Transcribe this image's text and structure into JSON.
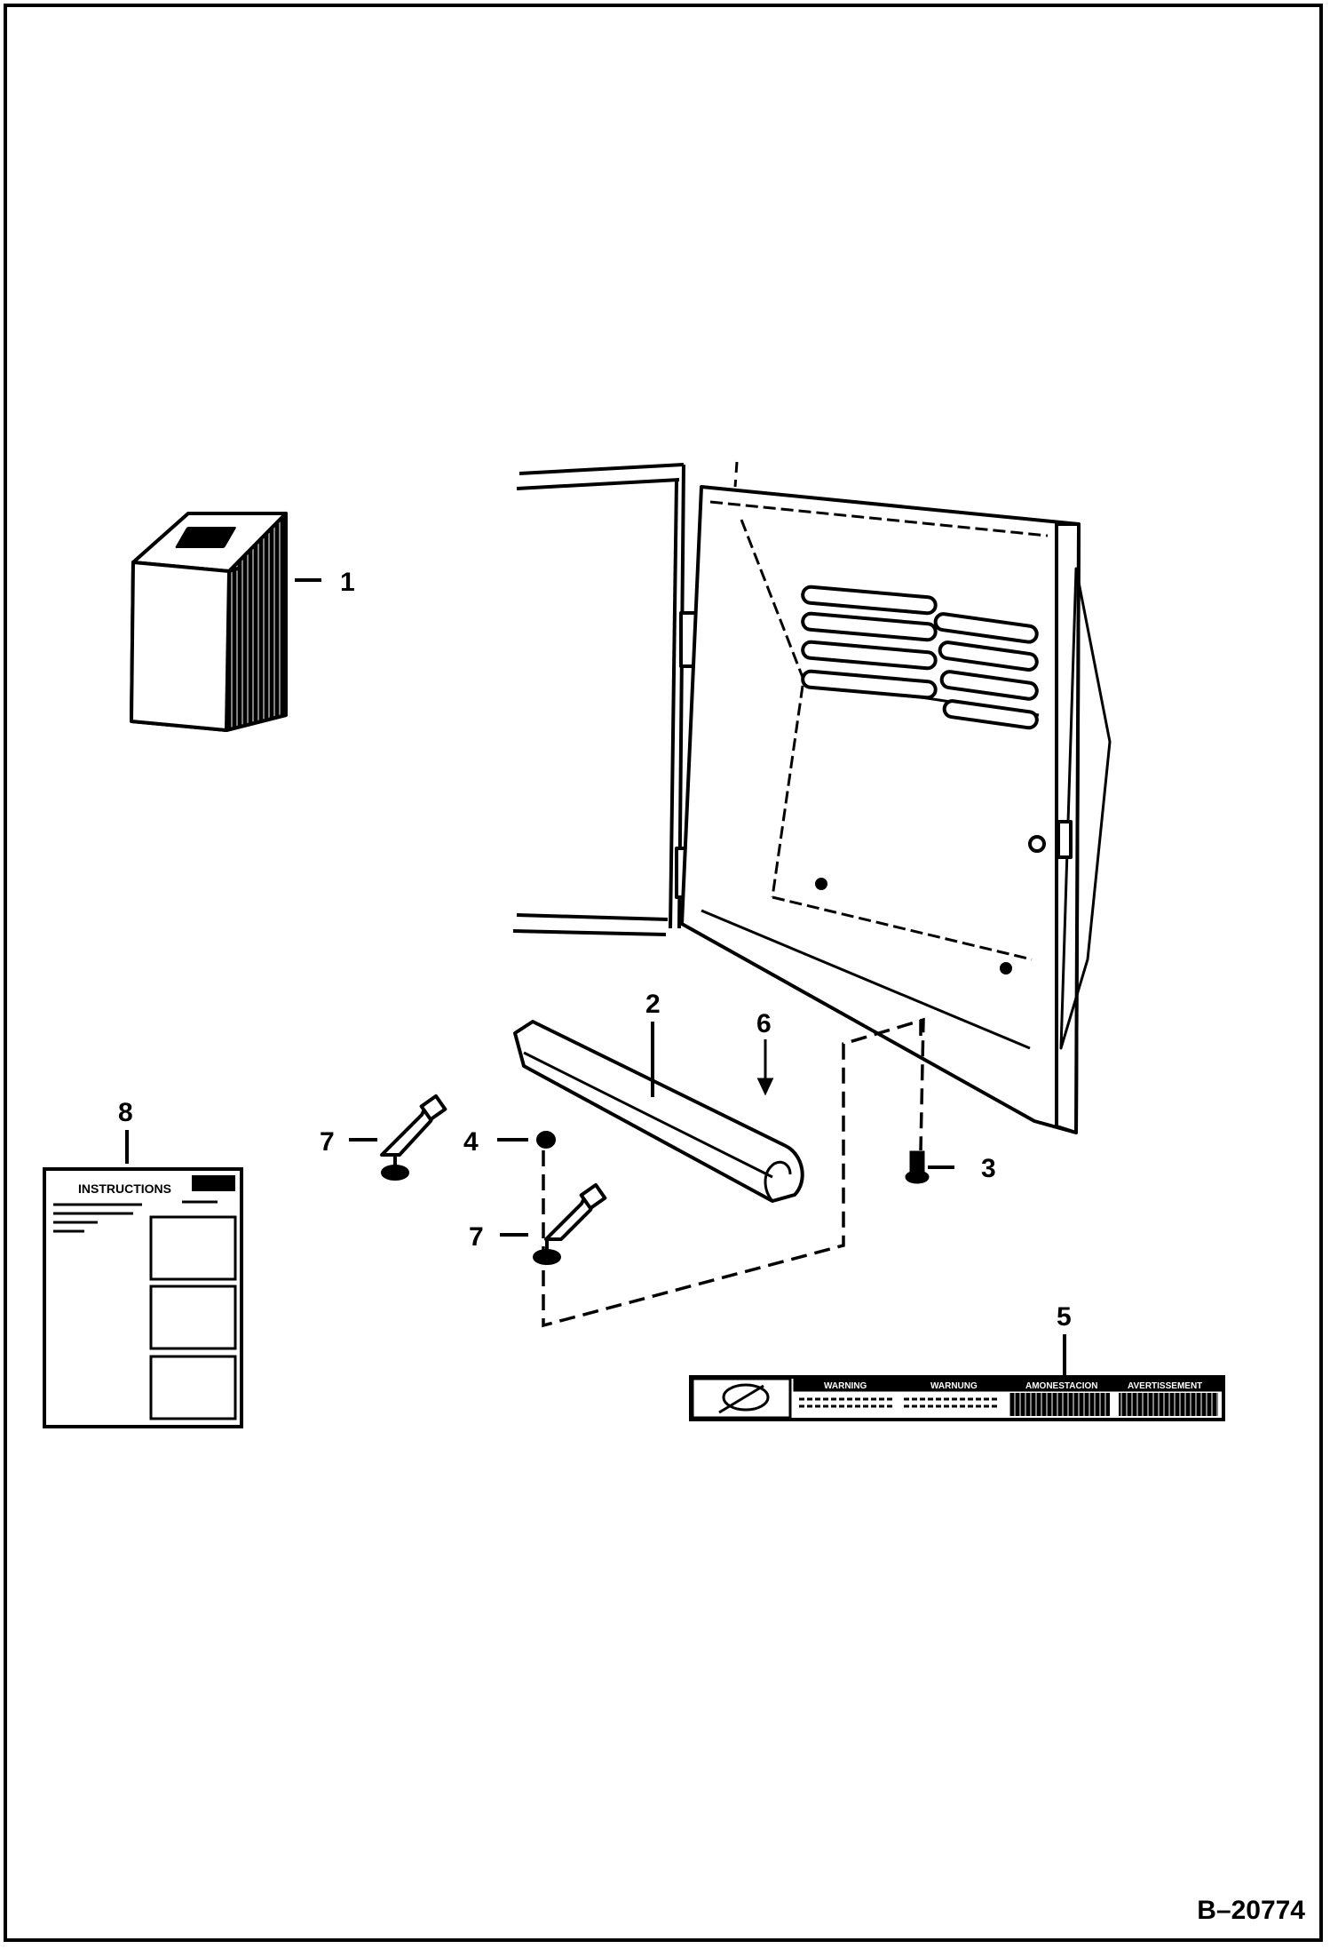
{
  "diagram": {
    "drawing_number": "B–20774",
    "callouts": [
      {
        "id": "c1",
        "label": "1"
      },
      {
        "id": "c2",
        "label": "2"
      },
      {
        "id": "c3",
        "label": "3"
      },
      {
        "id": "c4",
        "label": "4"
      },
      {
        "id": "c5",
        "label": "5"
      },
      {
        "id": "c6",
        "label": "6"
      },
      {
        "id": "c7a",
        "label": "7"
      },
      {
        "id": "c7b",
        "label": "7"
      },
      {
        "id": "c8",
        "label": "8"
      }
    ],
    "instruction_sheet": {
      "heading": "INSTRUCTIONS"
    },
    "warning_decal": {
      "panels": [
        "WARNING",
        "WARNUNG",
        "AMONESTACION",
        "AVERTISSEMENT"
      ]
    }
  }
}
